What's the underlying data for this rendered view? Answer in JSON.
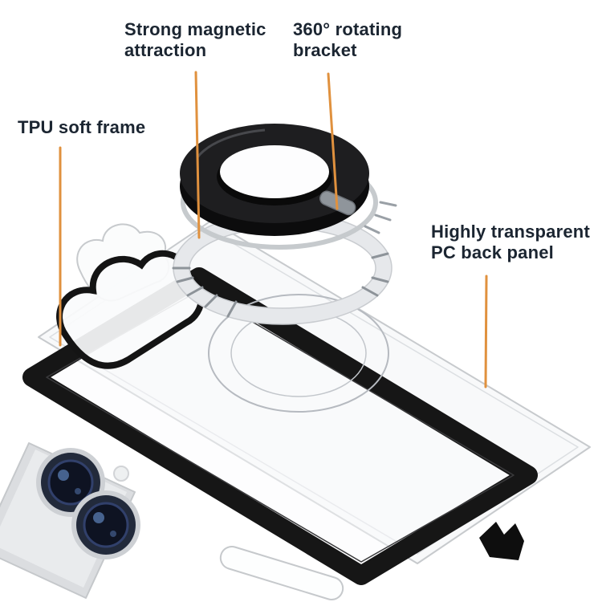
{
  "callouts": {
    "magnetic": {
      "label": "Strong magnetic\nattraction"
    },
    "bracket": {
      "label": "360° rotating\nbracket"
    },
    "tpu": {
      "label": "TPU soft frame"
    },
    "panel": {
      "label": "Highly transparent\nPC back panel"
    }
  },
  "colors": {
    "accent_orange": "#E0913E",
    "label_text": "#1B2531",
    "frame_black": "#161616",
    "panel_outline": "#C7CACD",
    "ring_black": "#1E1E20",
    "metal_gray": "#C6CACD"
  }
}
